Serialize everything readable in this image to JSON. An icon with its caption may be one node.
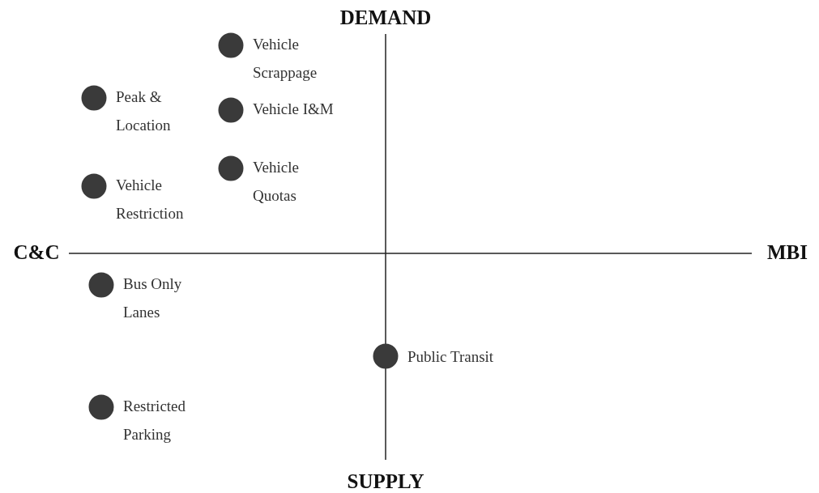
{
  "diagram": {
    "nodes": [
      {
        "text": [
          "Vehicle Scrappage"
        ]
      },
      {
        "text": [
          "Peak & Location"
        ]
      },
      {
        "text": [
          "Vehicle I&M"
        ]
      },
      {
        "text": [
          "Vehicle Quotas"
        ]
      },
      {
        "text": [
          "Vehicle Restriction"
        ]
      },
      {
        "text": [
          "Bus Only Lanes"
        ]
      },
      {
        "text": [
          "Public Transit"
        ]
      },
      {
        "text": [
          "Restricted Parking"
        ]
      }
    ],
    "labels": [
      "DEMAND",
      "C&C",
      "MBI",
      "SUPPLY"
    ]
  }
}
